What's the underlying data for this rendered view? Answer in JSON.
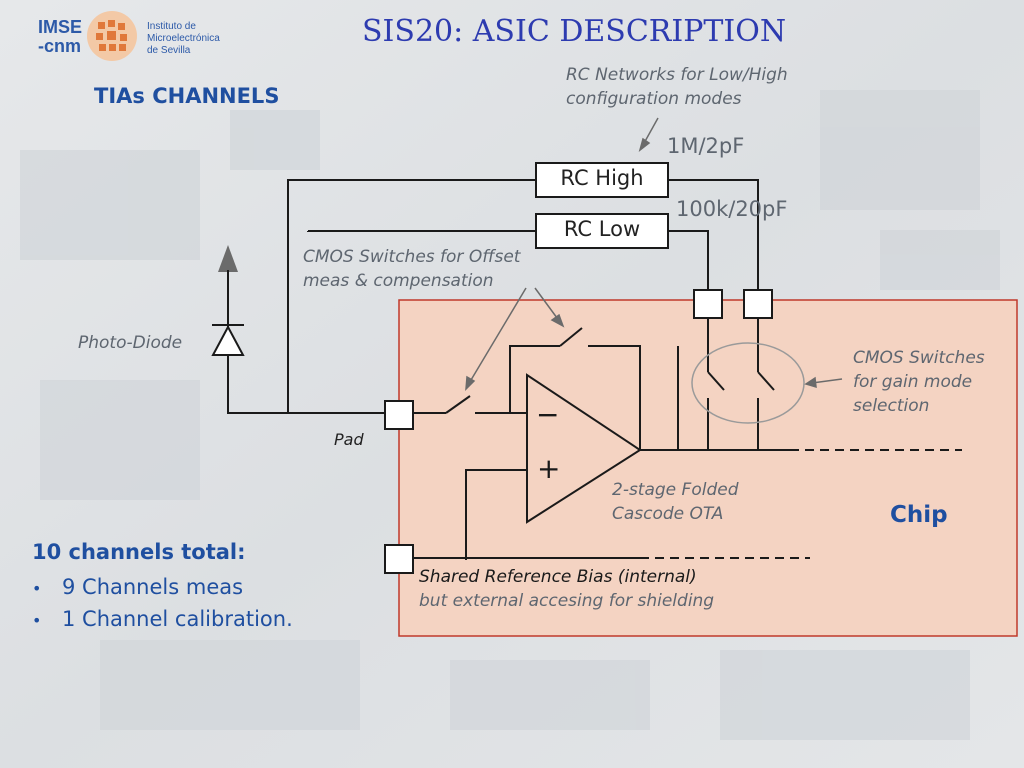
{
  "title": "SIS20: ASIC DESCRIPTION",
  "logo": {
    "acronym_line1": "IMSE",
    "acronym_line2": "-cnm",
    "institute_line1": "Instituto de",
    "institute_line2": "Microelectrónica",
    "institute_line3": "de Sevilla"
  },
  "section_title": "TIAs CHANNELS",
  "annotations": {
    "rc_networks_line1": "RC Networks for Low/High",
    "rc_networks_line2": "configuration modes",
    "rc_high_value": "1M/2pF",
    "rc_low_value": "100k/20pF",
    "offset_switches_line1": "CMOS Switches for Offset",
    "offset_switches_line2": "meas & compensation",
    "gain_switches_line1": "CMOS Switches",
    "gain_switches_line2": "for gain mode",
    "gain_switches_line3": "selection",
    "photo_diode": "Photo-Diode",
    "pad": "Pad",
    "ota_line1": "2-stage Folded",
    "ota_line2": "Cascode OTA",
    "shared_line1": "Shared Reference Bias (internal)",
    "shared_line2": "but external accesing for shielding",
    "chip": "Chip"
  },
  "components": {
    "rc_high": "RC High",
    "rc_low": "RC Low",
    "opamp_minus": "−",
    "opamp_plus": "+"
  },
  "summary": {
    "heading": "10 channels total:",
    "items": [
      "9 Channels meas",
      "1 Channel calibration."
    ],
    "bullet": "•"
  },
  "colors": {
    "title": "#2d3bb0",
    "heading_blue": "#1f4fa0",
    "chip_fill": "#f4d3c2",
    "chip_border": "#c0392b",
    "note_gray": "#5e6670"
  }
}
